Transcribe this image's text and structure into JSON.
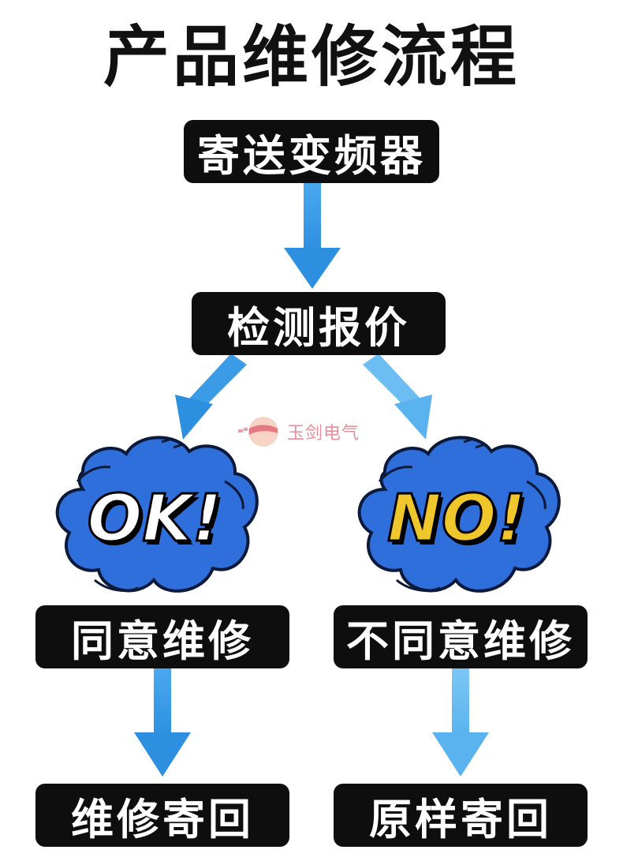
{
  "title": "产品维修流程",
  "steps": {
    "send": "寄送变频器",
    "detect": "检测报价",
    "agree": "同意维修",
    "reject": "不同意维修",
    "repair_return": "维修寄回",
    "original_return": "原样寄回"
  },
  "badges": {
    "ok": "OK!",
    "no": "NO!"
  },
  "watermark": {
    "text": "玉剑电气"
  },
  "colors": {
    "arrow_blue": "#3a9be6",
    "arrow_light_blue": "#6cbdf2",
    "cloud_blue": "#2f6fdc",
    "ok_text": "#ffffff",
    "no_text": "#f0c62d",
    "box_bg": "#0e0e0e",
    "box_text": "#ffffff"
  }
}
